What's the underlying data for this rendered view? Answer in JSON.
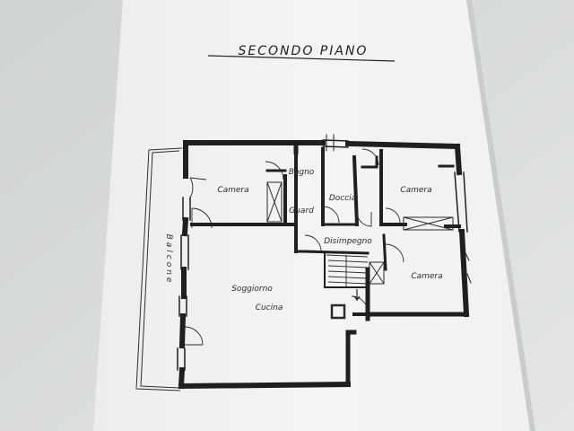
{
  "plan": {
    "title": "SECONDO PIANO",
    "rooms": {
      "camera_left": "Camera",
      "bagno": "Bagno",
      "camera_right_top": "Camera",
      "doccia": "Doccia",
      "guard": "Guard",
      "disimpegno": "Disimpegno",
      "balcone": "Balcone",
      "soggiorno": "Soggiorno",
      "cucina": "Cucina",
      "camera_right_bottom": "Camera"
    }
  }
}
